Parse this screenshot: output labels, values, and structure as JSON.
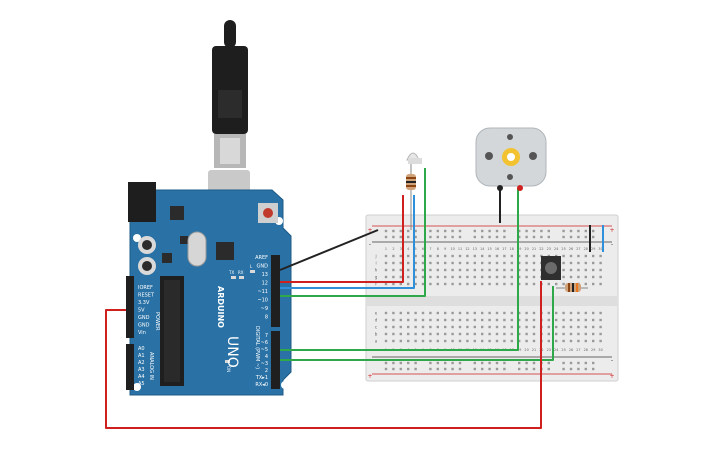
{
  "board": {
    "power_header": [
      "IOREF",
      "RESET",
      "3.3V",
      "5V",
      "GND",
      "GND",
      "Vin"
    ],
    "power_label": "POWER",
    "analog_pins": [
      "A0",
      "A1",
      "A2",
      "A3",
      "A4",
      "A5"
    ],
    "analog_label": "ANALOG IN",
    "digital_top": [
      "AREF",
      "GND",
      "13",
      "12",
      "~11",
      "~10",
      "~9",
      "8"
    ],
    "digital_bottom": [
      "7",
      "~6",
      "~5",
      "4",
      "~3",
      "2",
      "TX▸1",
      "RX◂0"
    ],
    "digital_label": "DIGITAL (PWM ~)",
    "brand": "ARDUINO",
    "model": "UNO",
    "led_tx": "TX",
    "led_rx": "RX",
    "led_l": "L",
    "led_on": "ON"
  },
  "breadboard": {
    "row_letters_top": [
      "j",
      "i",
      "h",
      "g",
      "f"
    ],
    "row_letters_bottom": [
      "e",
      "d",
      "c",
      "b",
      "a"
    ],
    "col_numbers": [
      "1",
      "2",
      "3",
      "4",
      "5",
      "6",
      "7",
      "8",
      "9",
      "10",
      "11",
      "12",
      "13",
      "14",
      "15",
      "16",
      "17",
      "18",
      "19",
      "20",
      "21",
      "22",
      "23",
      "24",
      "25",
      "26",
      "27",
      "28",
      "29",
      "30"
    ],
    "plus": "+",
    "minus": "-"
  },
  "colors": {
    "board": "#2a72a6",
    "wire_red": "#d01f1f",
    "wire_green": "#2fa84a",
    "wire_blue": "#2f8fd8",
    "wire_black": "#222222",
    "breadboard": "#ececec"
  },
  "icons": {
    "usb": "usb-cable-icon",
    "motor": "dc-motor-icon",
    "button": "push-button-icon",
    "led": "rgb-led-icon"
  }
}
